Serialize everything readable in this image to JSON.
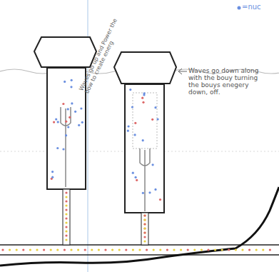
{
  "diagram": {
    "labels": [
      "=nuc",
      "Waves go up and Power the bow to create energ",
      "Waves go down along with the bouy turning the bouys enegery down, off."
    ]
  }
}
